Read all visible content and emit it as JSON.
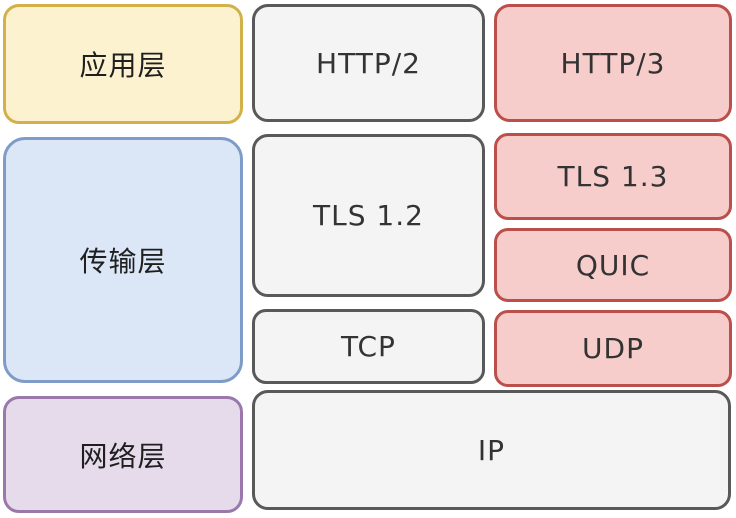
{
  "diagram": {
    "description": "HTTP/2 vs HTTP/3 protocol stack comparison",
    "layers": {
      "application": "应用层",
      "transport": "传输层",
      "network": "网络层"
    },
    "http2_stack": {
      "http2": "HTTP/2",
      "tls12": "TLS 1.2",
      "tcp": "TCP"
    },
    "http3_stack": {
      "http3": "HTTP/3",
      "tls13": "TLS 1.3",
      "quic": "QUIC",
      "udp": "UDP"
    },
    "shared": {
      "ip": "IP"
    },
    "colors": {
      "layer_application_bg": "#fdf2d0",
      "layer_application_border": "#d2b14a",
      "layer_transport_bg": "#dbe7f7",
      "layer_transport_border": "#7f9bc8",
      "layer_network_bg": "#e5dbeb",
      "layer_network_border": "#9a78ac",
      "http2_bg": "#f4f4f4",
      "http2_border": "#595959",
      "http3_bg": "#f6cdcb",
      "http3_border": "#bb4f4b"
    }
  }
}
